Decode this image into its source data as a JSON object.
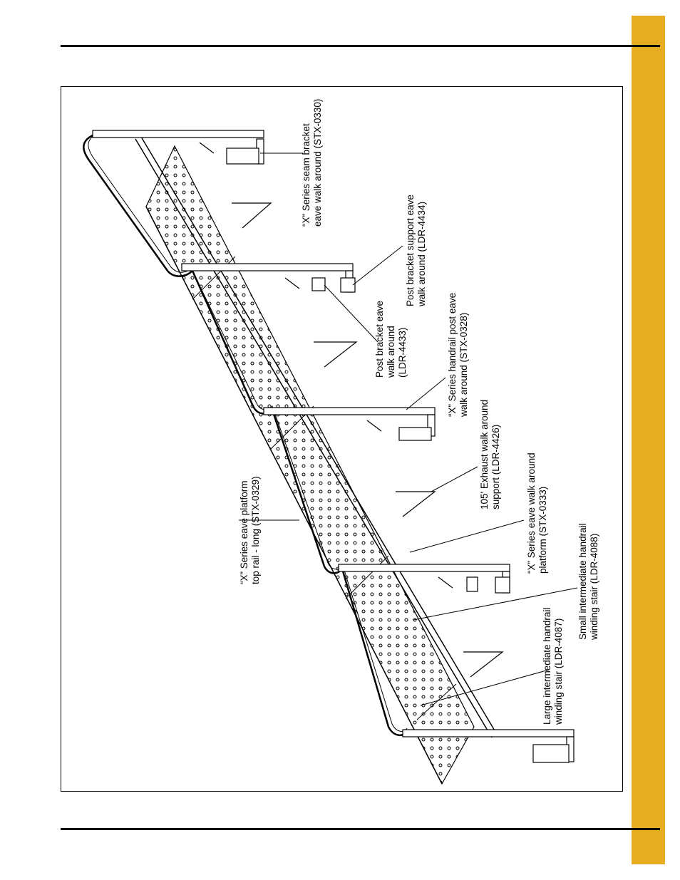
{
  "page": {
    "accent_color": "#e6ac22"
  },
  "figure": {
    "callouts": {
      "seam_bracket": "“X” Series seam bracket\neave walk around (STX-0330)",
      "post_bracket_support": "Post bracket support eave\nwalk around (LDR-4434)",
      "post_bracket": "Post bracket eave\nwalk around\n(LDR-4433)",
      "handrail_post": "“X” Series handrail post eave\nwalk around (STX-0328)",
      "exhaust_support": "105' Exhaust walk around\nsupport (LDR-4426)",
      "eave_platform": "“X” Series eave walk around\nplatform (STX-0333)",
      "top_rail": "“X” Series eave platform\ntop rail - long (STX-0329)",
      "small_handrail": "Small intermediate handrail\nwinding stair (LDR-4088)",
      "large_handrail": "Large intermediate handrail\nwinding stair (LDR-4087)"
    }
  }
}
